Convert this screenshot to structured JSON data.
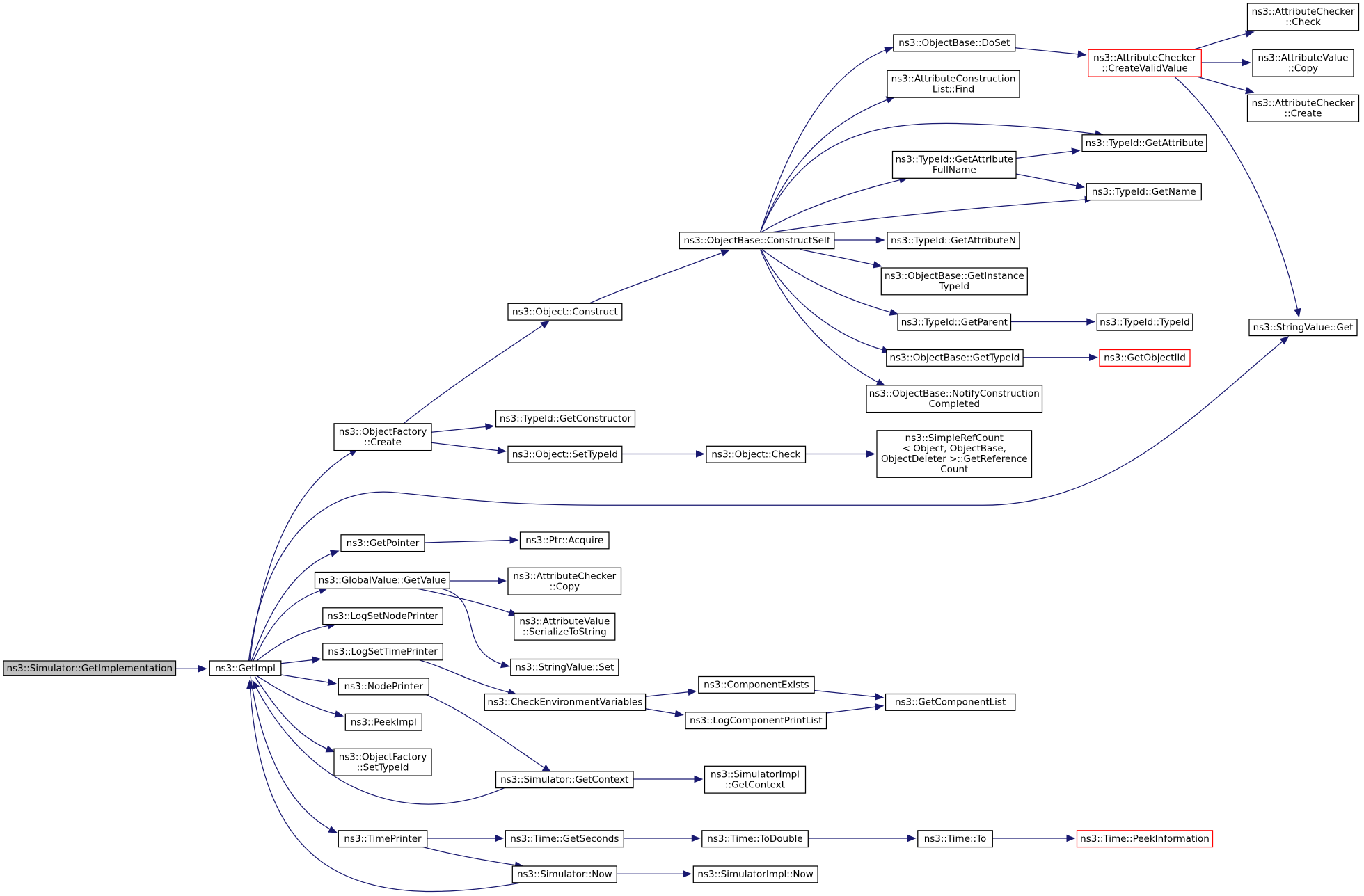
{
  "colors": {
    "edge": "#191970",
    "node_border": "#000000",
    "node_fill": "#ffffff",
    "root_fill": "#bfbfbf",
    "truncated_border": "#ff0000"
  },
  "nodes": [
    {
      "id": "root",
      "lines": [
        "ns3::Simulator::GetImplementation"
      ],
      "style": "root"
    },
    {
      "id": "getimpl",
      "lines": [
        "ns3::GetImpl"
      ],
      "style": "normal"
    },
    {
      "id": "of_create",
      "lines": [
        "ns3::ObjectFactory",
        "::Create"
      ],
      "style": "normal"
    },
    {
      "id": "obj_construct",
      "lines": [
        "ns3::Object::Construct"
      ],
      "style": "normal"
    },
    {
      "id": "ob_constructself",
      "lines": [
        "ns3::ObjectBase::ConstructSelf"
      ],
      "style": "normal"
    },
    {
      "id": "ob_doset",
      "lines": [
        "ns3::ObjectBase::DoSet"
      ],
      "style": "normal"
    },
    {
      "id": "ac_createvalid",
      "lines": [
        "ns3::AttributeChecker",
        "::CreateValidValue"
      ],
      "style": "truncated"
    },
    {
      "id": "ac_check",
      "lines": [
        "ns3::AttributeChecker",
        "::Check"
      ],
      "style": "normal"
    },
    {
      "id": "av_copy",
      "lines": [
        "ns3::AttributeValue",
        "::Copy"
      ],
      "style": "normal"
    },
    {
      "id": "ac_create",
      "lines": [
        "ns3::AttributeChecker",
        "::Create"
      ],
      "style": "normal"
    },
    {
      "id": "stringvalue_get",
      "lines": [
        "ns3::StringValue::Get"
      ],
      "style": "normal"
    },
    {
      "id": "acl_find",
      "lines": [
        "ns3::AttributeConstruction",
        "List::Find"
      ],
      "style": "normal"
    },
    {
      "id": "tid_getattribute",
      "lines": [
        "ns3::TypeId::GetAttribute"
      ],
      "style": "normal"
    },
    {
      "id": "tid_getattrfullname",
      "lines": [
        "ns3::TypeId::GetAttribute",
        "FullName"
      ],
      "style": "normal"
    },
    {
      "id": "tid_getname",
      "lines": [
        "ns3::TypeId::GetName"
      ],
      "style": "normal"
    },
    {
      "id": "tid_getattributen",
      "lines": [
        "ns3::TypeId::GetAttributeN"
      ],
      "style": "normal"
    },
    {
      "id": "ob_getinstancetid",
      "lines": [
        "ns3::ObjectBase::GetInstance",
        "TypeId"
      ],
      "style": "normal"
    },
    {
      "id": "tid_getparent",
      "lines": [
        "ns3::TypeId::GetParent"
      ],
      "style": "normal"
    },
    {
      "id": "tid_typeid",
      "lines": [
        "ns3::TypeId::TypeId"
      ],
      "style": "normal"
    },
    {
      "id": "ob_gettypeid",
      "lines": [
        "ns3::ObjectBase::GetTypeId"
      ],
      "style": "normal"
    },
    {
      "id": "getobjectiid",
      "lines": [
        "ns3::GetObjectIid"
      ],
      "style": "truncated"
    },
    {
      "id": "ob_notify",
      "lines": [
        "ns3::ObjectBase::NotifyConstruction",
        "Completed"
      ],
      "style": "normal"
    },
    {
      "id": "tid_getconstructor",
      "lines": [
        "ns3::TypeId::GetConstructor"
      ],
      "style": "normal"
    },
    {
      "id": "obj_settypeid",
      "lines": [
        "ns3::Object::SetTypeId"
      ],
      "style": "normal"
    },
    {
      "id": "obj_check",
      "lines": [
        "ns3::Object::Check"
      ],
      "style": "normal"
    },
    {
      "id": "simplerefcount",
      "lines": [
        "ns3::SimpleRefCount",
        "< Object, ObjectBase,",
        " ObjectDeleter >::GetReference",
        "Count"
      ],
      "style": "normal"
    },
    {
      "id": "getpointer",
      "lines": [
        "ns3::GetPointer"
      ],
      "style": "normal"
    },
    {
      "id": "ptr_acquire",
      "lines": [
        "ns3::Ptr::Acquire"
      ],
      "style": "normal"
    },
    {
      "id": "gv_getvalue",
      "lines": [
        "ns3::GlobalValue::GetValue"
      ],
      "style": "normal"
    },
    {
      "id": "ac_copy",
      "lines": [
        "ns3::AttributeChecker",
        "::Copy"
      ],
      "style": "normal"
    },
    {
      "id": "av_serialize",
      "lines": [
        "ns3::AttributeValue",
        "::SerializeToString"
      ],
      "style": "normal"
    },
    {
      "id": "sv_set",
      "lines": [
        "ns3::StringValue::Set"
      ],
      "style": "normal"
    },
    {
      "id": "logsetnodeprinter",
      "lines": [
        "ns3::LogSetNodePrinter"
      ],
      "style": "normal"
    },
    {
      "id": "logsettimeprinter",
      "lines": [
        "ns3::LogSetTimePrinter"
      ],
      "style": "normal"
    },
    {
      "id": "checkenv",
      "lines": [
        "ns3::CheckEnvironmentVariables"
      ],
      "style": "normal"
    },
    {
      "id": "componentexists",
      "lines": [
        "ns3::ComponentExists"
      ],
      "style": "normal"
    },
    {
      "id": "logcompprintlist",
      "lines": [
        "ns3::LogComponentPrintList"
      ],
      "style": "normal"
    },
    {
      "id": "getcomponentlist",
      "lines": [
        "ns3::GetComponentList"
      ],
      "style": "normal"
    },
    {
      "id": "nodeprinter",
      "lines": [
        "ns3::NodePrinter"
      ],
      "style": "normal"
    },
    {
      "id": "peekimpl",
      "lines": [
        "ns3::PeekImpl"
      ],
      "style": "normal"
    },
    {
      "id": "of_settypeid",
      "lines": [
        "ns3::ObjectFactory",
        "::SetTypeId"
      ],
      "style": "normal"
    },
    {
      "id": "sim_getcontext",
      "lines": [
        "ns3::Simulator::GetContext"
      ],
      "style": "normal"
    },
    {
      "id": "simimpl_getcontext",
      "lines": [
        "ns3::SimulatorImpl",
        "::GetContext"
      ],
      "style": "normal"
    },
    {
      "id": "timeprinter",
      "lines": [
        "ns3::TimePrinter"
      ],
      "style": "normal"
    },
    {
      "id": "time_getseconds",
      "lines": [
        "ns3::Time::GetSeconds"
      ],
      "style": "normal"
    },
    {
      "id": "time_todouble",
      "lines": [
        "ns3::Time::ToDouble"
      ],
      "style": "normal"
    },
    {
      "id": "time_to",
      "lines": [
        "ns3::Time::To"
      ],
      "style": "normal"
    },
    {
      "id": "time_peekinfo",
      "lines": [
        "ns3::Time::PeekInformation"
      ],
      "style": "truncated"
    },
    {
      "id": "sim_now",
      "lines": [
        "ns3::Simulator::Now"
      ],
      "style": "normal"
    },
    {
      "id": "simimpl_now",
      "lines": [
        "ns3::SimulatorImpl::Now"
      ],
      "style": "normal"
    }
  ],
  "edges": [
    {
      "from": "root",
      "to": "getimpl"
    },
    {
      "from": "getimpl",
      "to": "of_create"
    },
    {
      "from": "getimpl",
      "to": "stringvalue_get"
    },
    {
      "from": "getimpl",
      "to": "getpointer"
    },
    {
      "from": "getimpl",
      "to": "gv_getvalue"
    },
    {
      "from": "getimpl",
      "to": "logsetnodeprinter"
    },
    {
      "from": "getimpl",
      "to": "logsettimeprinter"
    },
    {
      "from": "getimpl",
      "to": "nodeprinter"
    },
    {
      "from": "getimpl",
      "to": "peekimpl"
    },
    {
      "from": "getimpl",
      "to": "of_settypeid"
    },
    {
      "from": "getimpl",
      "to": "timeprinter"
    },
    {
      "from": "of_create",
      "to": "obj_construct"
    },
    {
      "from": "of_create",
      "to": "tid_getconstructor"
    },
    {
      "from": "of_create",
      "to": "obj_settypeid"
    },
    {
      "from": "obj_construct",
      "to": "ob_constructself"
    },
    {
      "from": "ob_constructself",
      "to": "ob_doset"
    },
    {
      "from": "ob_constructself",
      "to": "acl_find"
    },
    {
      "from": "ob_constructself",
      "to": "tid_getattribute"
    },
    {
      "from": "ob_constructself",
      "to": "tid_getattrfullname"
    },
    {
      "from": "ob_constructself",
      "to": "tid_getname"
    },
    {
      "from": "ob_constructself",
      "to": "tid_getattributen"
    },
    {
      "from": "ob_constructself",
      "to": "ob_getinstancetid"
    },
    {
      "from": "ob_constructself",
      "to": "tid_getparent"
    },
    {
      "from": "ob_constructself",
      "to": "ob_gettypeid"
    },
    {
      "from": "ob_constructself",
      "to": "ob_notify"
    },
    {
      "from": "ob_doset",
      "to": "ac_createvalid"
    },
    {
      "from": "ac_createvalid",
      "to": "ac_check"
    },
    {
      "from": "ac_createvalid",
      "to": "av_copy"
    },
    {
      "from": "ac_createvalid",
      "to": "ac_create"
    },
    {
      "from": "ac_createvalid",
      "to": "stringvalue_get"
    },
    {
      "from": "tid_getattrfullname",
      "to": "tid_getattribute"
    },
    {
      "from": "tid_getattrfullname",
      "to": "tid_getname"
    },
    {
      "from": "tid_getparent",
      "to": "tid_typeid"
    },
    {
      "from": "ob_gettypeid",
      "to": "getobjectiid"
    },
    {
      "from": "obj_settypeid",
      "to": "obj_check"
    },
    {
      "from": "obj_check",
      "to": "simplerefcount"
    },
    {
      "from": "getpointer",
      "to": "ptr_acquire"
    },
    {
      "from": "gv_getvalue",
      "to": "ac_copy"
    },
    {
      "from": "gv_getvalue",
      "to": "av_serialize"
    },
    {
      "from": "gv_getvalue",
      "to": "sv_set"
    },
    {
      "from": "logsettimeprinter",
      "to": "checkenv"
    },
    {
      "from": "checkenv",
      "to": "componentexists"
    },
    {
      "from": "checkenv",
      "to": "logcompprintlist"
    },
    {
      "from": "componentexists",
      "to": "getcomponentlist"
    },
    {
      "from": "logcompprintlist",
      "to": "getcomponentlist"
    },
    {
      "from": "nodeprinter",
      "to": "sim_getcontext"
    },
    {
      "from": "sim_getcontext",
      "to": "getimpl"
    },
    {
      "from": "sim_getcontext",
      "to": "simimpl_getcontext"
    },
    {
      "from": "timeprinter",
      "to": "time_getseconds"
    },
    {
      "from": "timeprinter",
      "to": "sim_now"
    },
    {
      "from": "time_getseconds",
      "to": "time_todouble"
    },
    {
      "from": "time_todouble",
      "to": "time_to"
    },
    {
      "from": "time_to",
      "to": "time_peekinfo"
    },
    {
      "from": "sim_now",
      "to": "getimpl"
    },
    {
      "from": "sim_now",
      "to": "simimpl_now"
    }
  ]
}
